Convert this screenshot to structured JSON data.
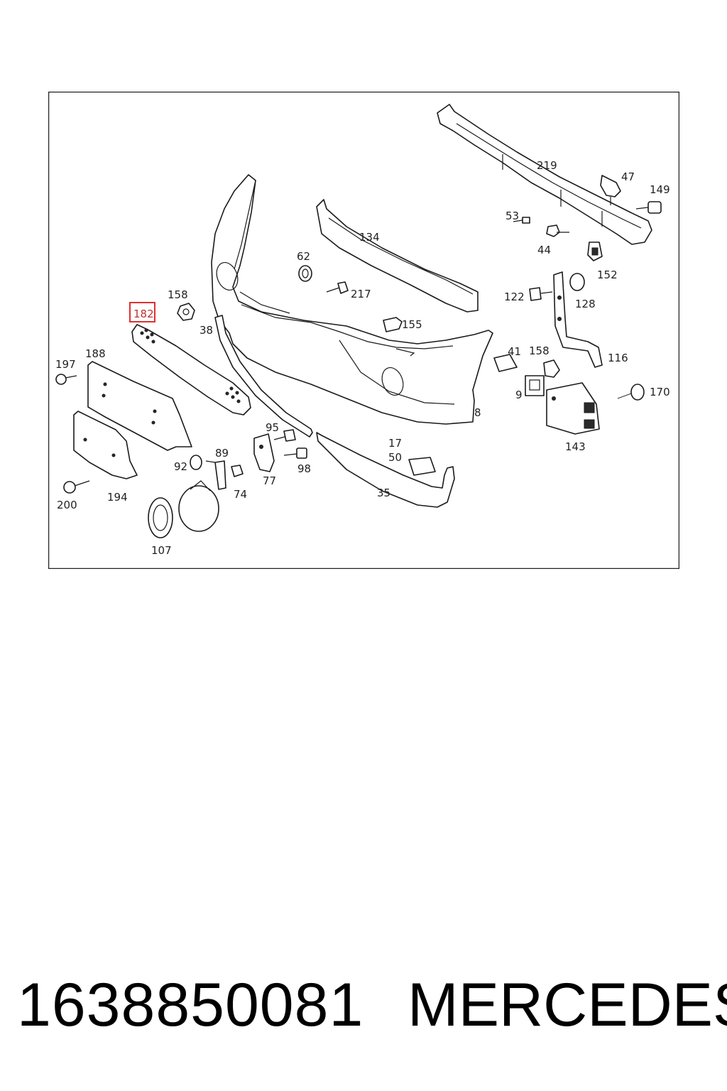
{
  "diagram": {
    "highlight_color": "#e03030",
    "highlighted_label": "182",
    "labels": {
      "l219": "219",
      "l47": "47",
      "l149": "149",
      "l53": "53",
      "l44": "44",
      "l152": "152",
      "l134": "134",
      "l62": "62",
      "l217": "217",
      "l158a": "158",
      "l182": "182",
      "l38": "38",
      "l155": "155",
      "l122": "122",
      "l128": "128",
      "l41": "41",
      "l158b": "158",
      "l116": "116",
      "l197": "197",
      "l188": "188",
      "l9": "9",
      "l170": "170",
      "l8": "8",
      "l95": "95",
      "l17": "17",
      "l50": "50",
      "l143": "143",
      "l89": "89",
      "l92": "92",
      "l98": "98",
      "l74": "74",
      "l77": "77",
      "l200": "200",
      "l194": "194",
      "l35": "35",
      "l107": "107"
    }
  },
  "footer": {
    "part_number": "1638850081",
    "brand": "MERCEDES"
  }
}
